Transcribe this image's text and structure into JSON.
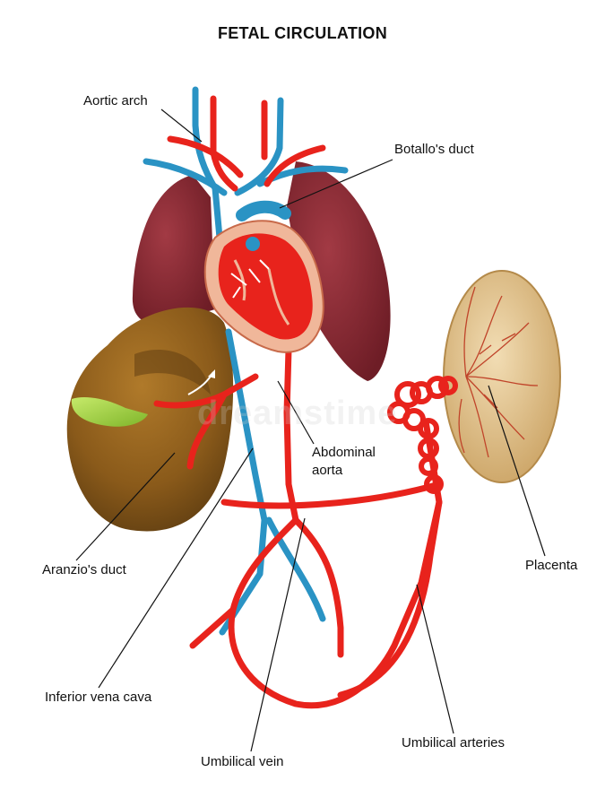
{
  "title": "FETAL CIRCULATION",
  "labels": {
    "aortic_arch": "Aortic arch",
    "botallo": "Botallo's duct",
    "abdominal_aorta_1": "Abdominal",
    "abdominal_aorta_2": "aorta",
    "aranzio": "Aranzio's duct",
    "placenta": "Placenta",
    "ivc": "Inferior vena cava",
    "umbilical_vein": "Umbilical vein",
    "umbilical_arteries": "Umbilical arteries"
  },
  "watermark": "dreamstime",
  "colors": {
    "artery": "#e8231c",
    "vein": "#2a93c4",
    "lung": "#8c2a33",
    "liver": "#8a5a1a",
    "gallbladder": "#9fcf3a",
    "placenta": "#e2c590",
    "heart_outline": "#f0b79a"
  }
}
